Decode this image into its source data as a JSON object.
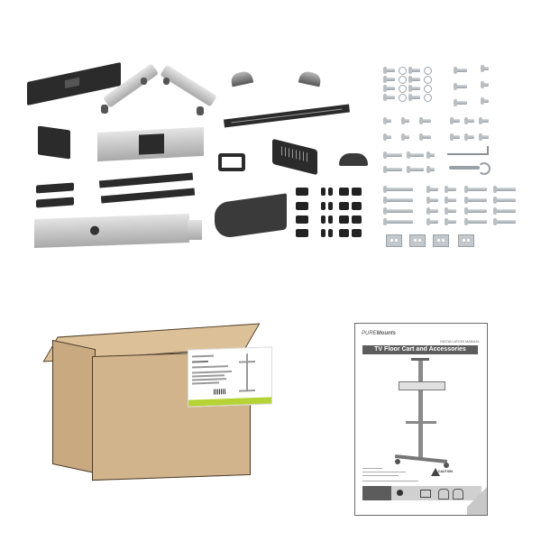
{
  "scene": {
    "description": "Product contents of a TV floor cart kit: parts laid out on white background, a cardboard shipping box, and an installation manual",
    "background": "#ffffff"
  },
  "parts": {
    "top_row": [
      "black-base-plate",
      "aluminum-leg-with-casters-left",
      "aluminum-leg-with-casters-right",
      "plastic-cap-left",
      "plastic-cap-right",
      "black-mounting-rail"
    ],
    "middle": [
      "black-clamp-bracket",
      "aluminum-column-section",
      "black-tv-mounting-arm",
      "black-tv-mounting-arm",
      "black-end-cap",
      "black-end-cap",
      "black-frame-clip",
      "vented-black-cover",
      "black-round-cap",
      "black-shelf-tray",
      "aluminum-lower-column"
    ],
    "hardware": [
      "bolts-with-washers",
      "hex-head-screws",
      "flat-head-screws",
      "allen-key",
      "wrench",
      "long-screws",
      "spacers",
      "metal-plates"
    ]
  },
  "box": {
    "color": "#d2b48c",
    "label_strip_color": "#b5d334"
  },
  "manual": {
    "header": "INSTALLATION MANUAL",
    "title": "TV Floor Cart and Accessories",
    "caution_label": "CAUTION",
    "title_bar_color": "#5c5c5c"
  }
}
